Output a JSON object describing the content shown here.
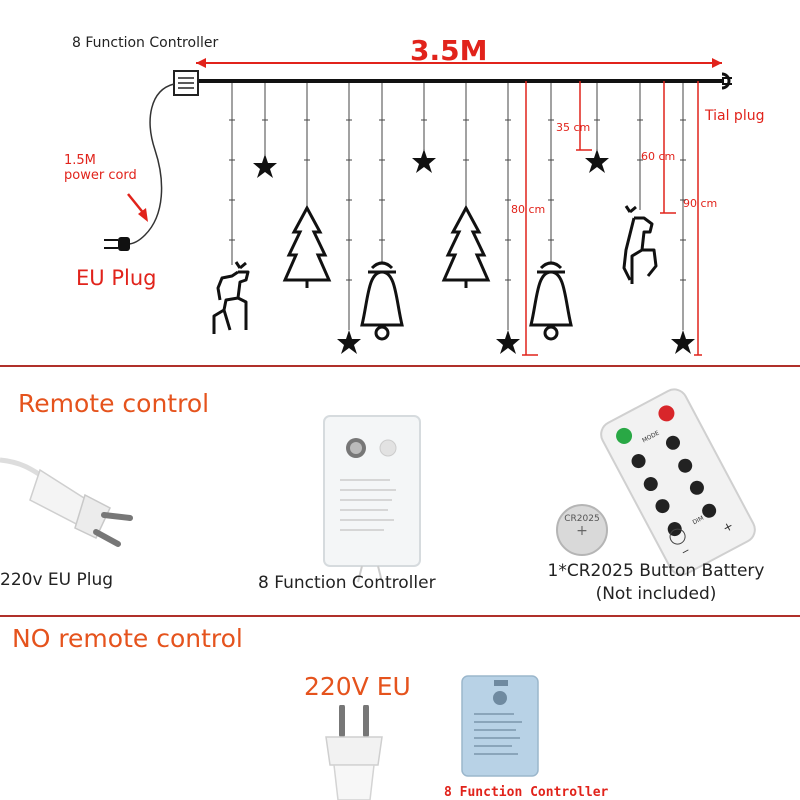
{
  "diagram": {
    "controller_label": "8 Function Controller",
    "length_label": "3.5M",
    "tail_plug_label": "Tial plug",
    "power_cord_line1": "1.5M",
    "power_cord_line2": "power cord",
    "eu_plug_label": "EU Plug",
    "dim_35": "35 cm",
    "dim_60": "60 cm",
    "dim_80": "80 cm",
    "dim_90": "90 cm",
    "ornaments": [
      "reindeer",
      "star",
      "tree",
      "star",
      "bell",
      "star",
      "tree",
      "star",
      "bell",
      "star",
      "reindeer",
      "star"
    ]
  },
  "remote_section": {
    "heading": "Remote control",
    "plug_caption": "220v EU Plug",
    "controller_caption": "8 Function Controller",
    "battery_caption_line1": "1*CR2025 Button Battery",
    "battery_caption_line2": "(Not included)",
    "battery_text": "CR2025",
    "remote_labels": {
      "mode": "MODE",
      "dim": "DIM",
      "minus": "−",
      "plus": "+"
    }
  },
  "no_remote_section": {
    "heading": "NO remote control",
    "voltage_label": "220V EU",
    "controller_caption": "8 Function Controller"
  },
  "colors": {
    "accent_red": "#e1231b",
    "heading_orange": "#e5531d",
    "divider": "#b0302a",
    "remote_body": "#f2f2f2",
    "controller_blue": "#b8d2e6"
  }
}
